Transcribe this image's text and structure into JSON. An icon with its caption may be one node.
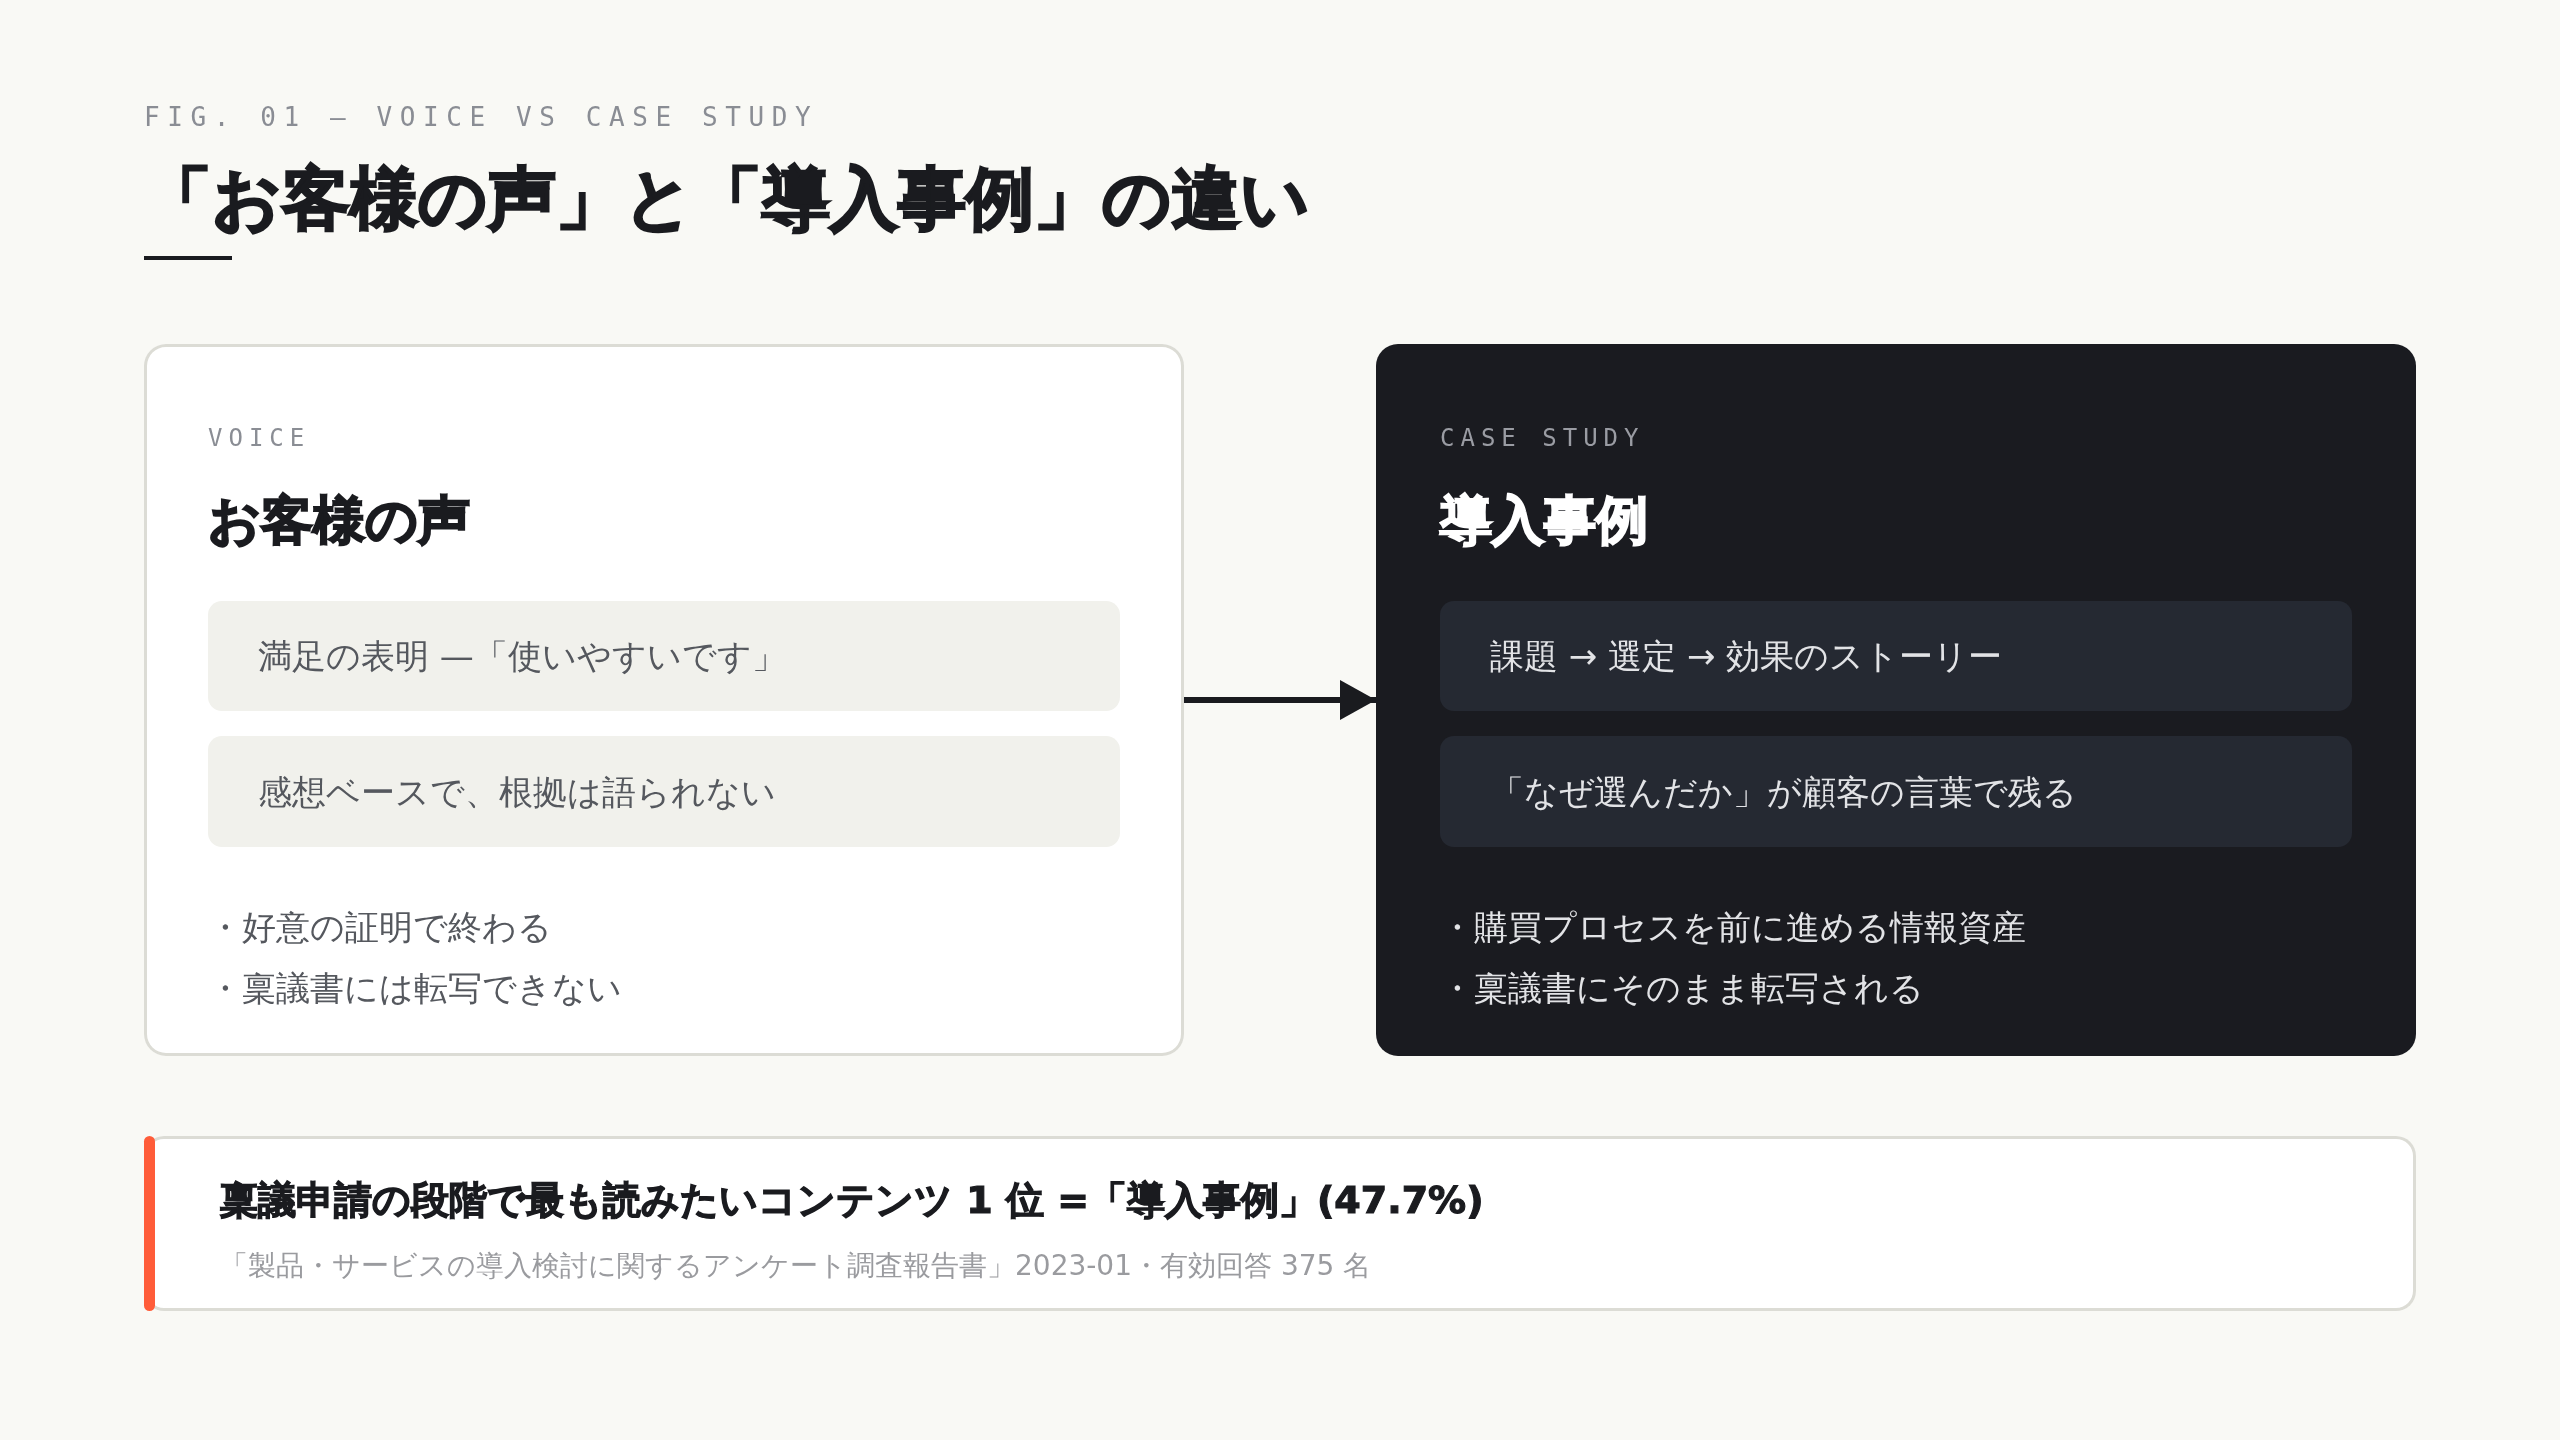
{
  "diagram": {
    "title": "「お客様の声」と「導入事例」の違い",
    "nodes": [
      {
        "text": [
          "VOICE",
          "お客様の声",
          "・好意の証明で終わる",
          "・稟議書には転写できない"
        ]
      },
      {
        "text": [
          "満足の表明 —「使いやすいです」"
        ],
        "in": 0
      },
      {
        "text": [
          "感想ベースで、根拠は語られない"
        ],
        "in": 0
      },
      {
        "text": [
          "CASE STUDY",
          "導入事例",
          "・購買プロセスを前に進める情報資産",
          "・稟議書にそのまま転写される"
        ]
      },
      {
        "text": [
          "課題 → 選定 → 効果のストーリー"
        ],
        "in": 3
      },
      {
        "text": [
          "「なぜ選んだか」が顧客の言葉で残る"
        ],
        "in": 3
      },
      {
        "text": [
          "稟議申請の段階で最も読みたいコンテンツ 1 位 =「導入事例」(47.7%)",
          "「製品・サービスの導入検討に関するアンケート調査報告書」2023-01・有効回答 375 名"
        ]
      }
    ],
    "edges": [
      {
        "from": 0,
        "to": 3,
        "arrow": "to"
      }
    ],
    "labels": [
      "FIG. 01 — VOICE VS CASE STUDY"
    ]
  }
}
